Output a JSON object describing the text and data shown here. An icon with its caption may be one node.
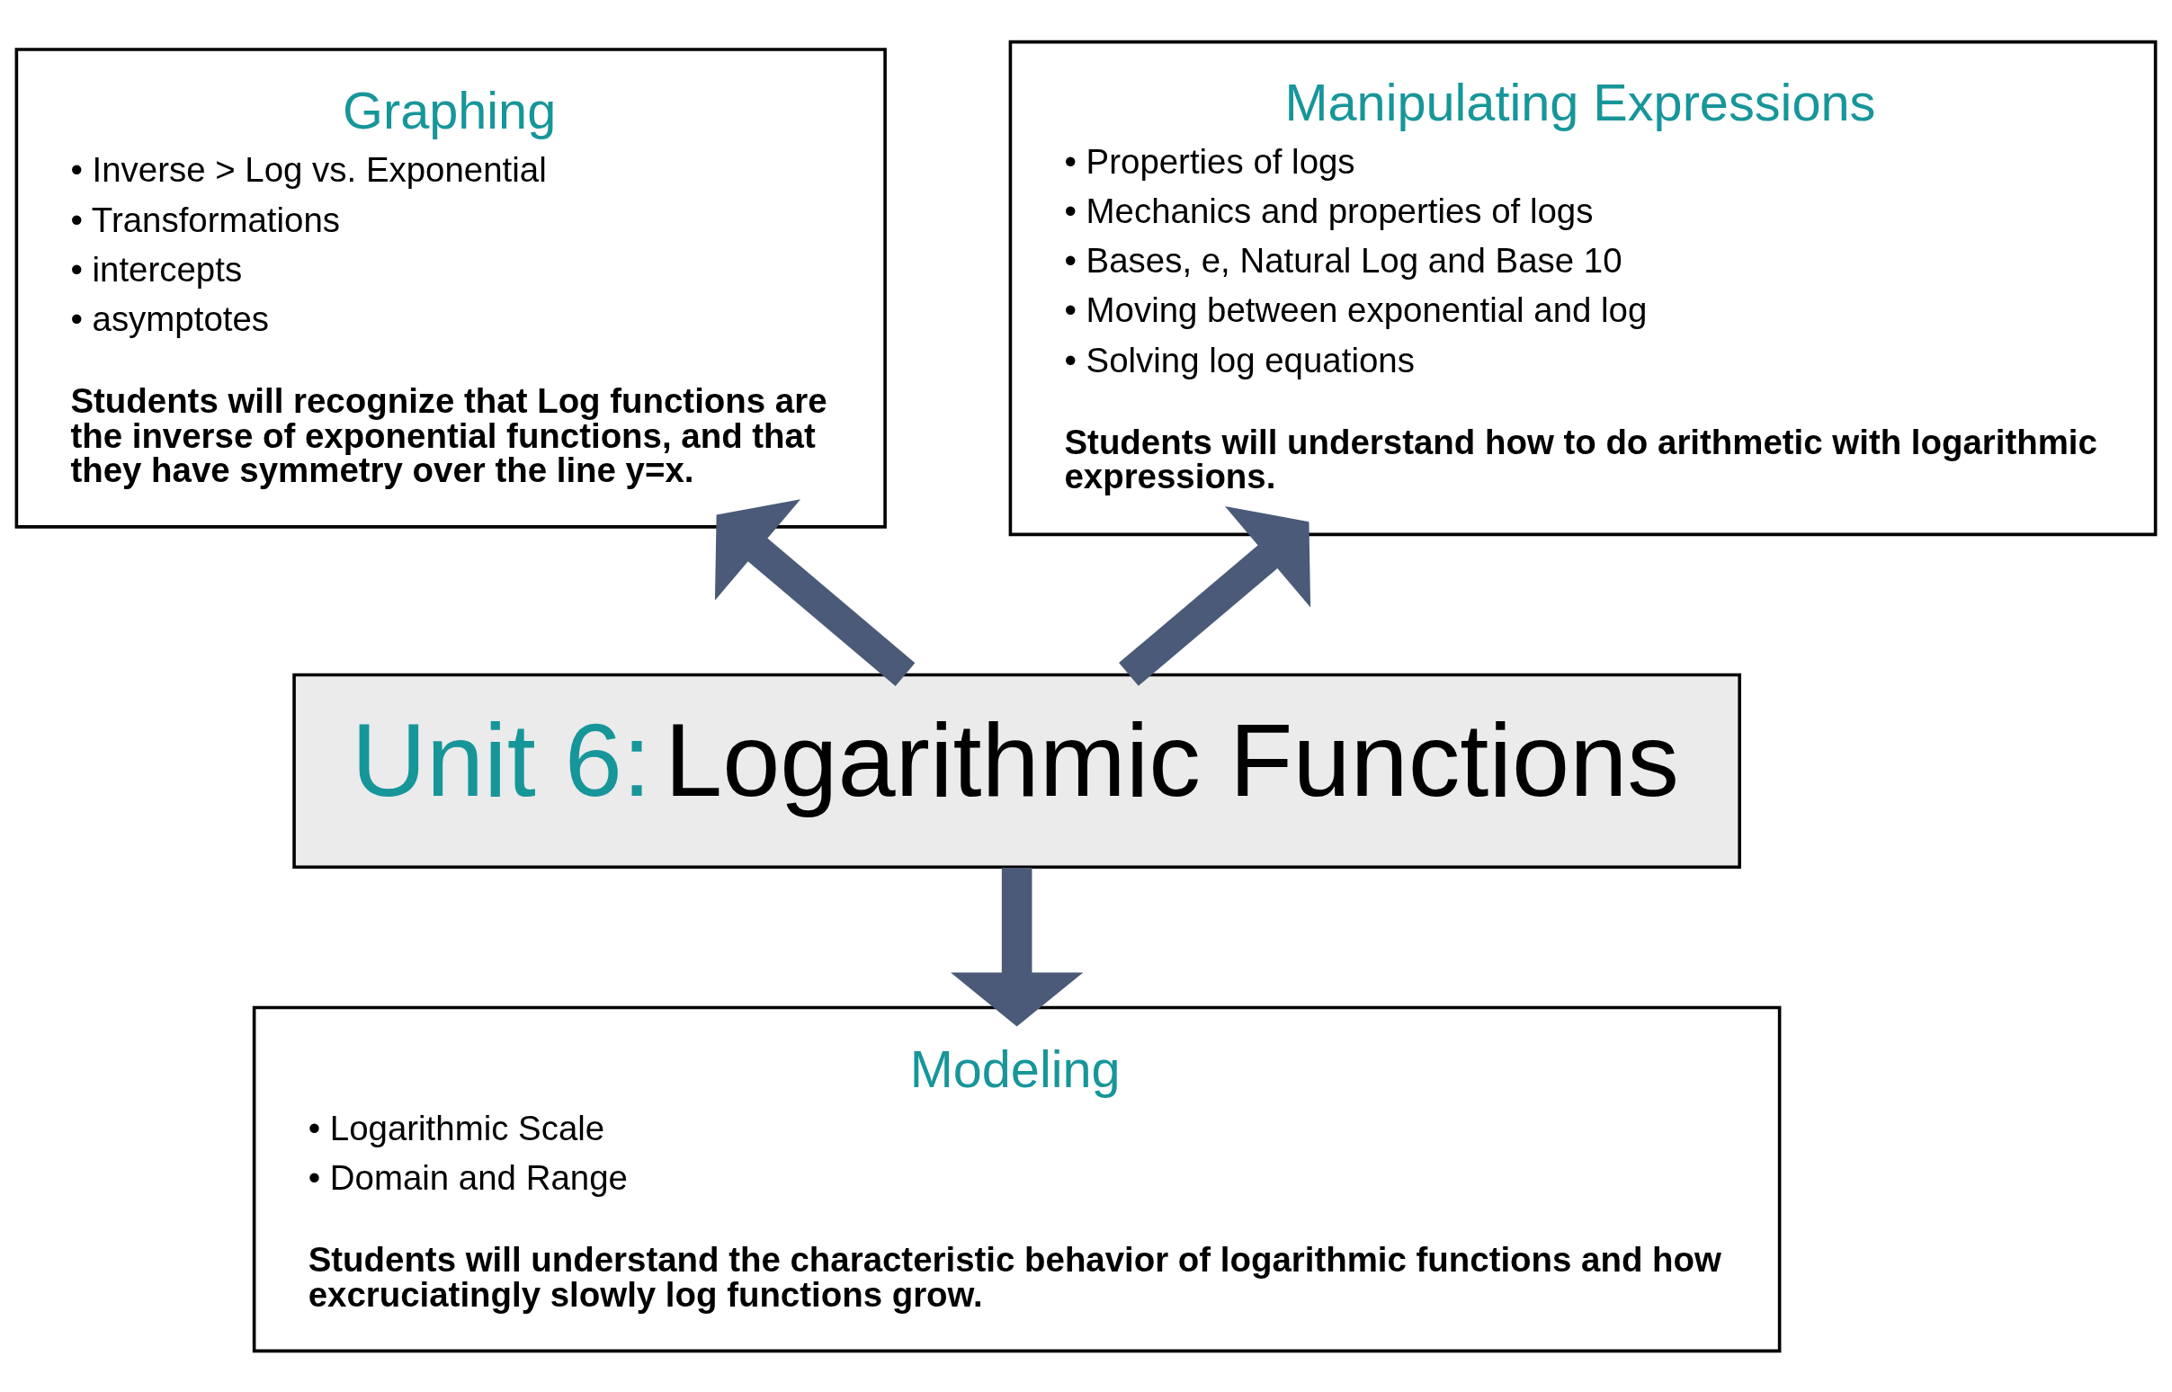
{
  "diagram": {
    "nodes": [
      {
        "text": [
          "Graphing",
          "• Inverse > Log vs. Exponential",
          "• Transformations",
          "• intercepts",
          "• asymptotes",
          "Students will recognize that Log functions are the inverse of exponential functions, and that they have symmetry over the line y=x."
        ]
      },
      {
        "text": [
          "Manipulating Expressions",
          "• Properties of logs",
          "• Mechanics and properties of logs",
          "• Bases, e, Natural Log and Base 10",
          "• Moving between exponential and log",
          "• Solving log equations",
          "Students will understand how to do arithmetic with logarithmic expressions."
        ]
      },
      {
        "text": [
          "Unit 6:",
          "Logarithmic Functions"
        ]
      },
      {
        "text": [
          "Modeling",
          "• Logarithmic Scale",
          "• Domain and Range",
          "Students will understand the characteristic behavior of logarithmic functions and how excruciatingly slowly log functions grow."
        ]
      }
    ],
    "edges": [
      {
        "from": 2,
        "to": 0,
        "arrow": "to"
      },
      {
        "from": 2,
        "to": 1,
        "arrow": "to"
      },
      {
        "from": 2,
        "to": 3,
        "arrow": "to"
      }
    ]
  }
}
